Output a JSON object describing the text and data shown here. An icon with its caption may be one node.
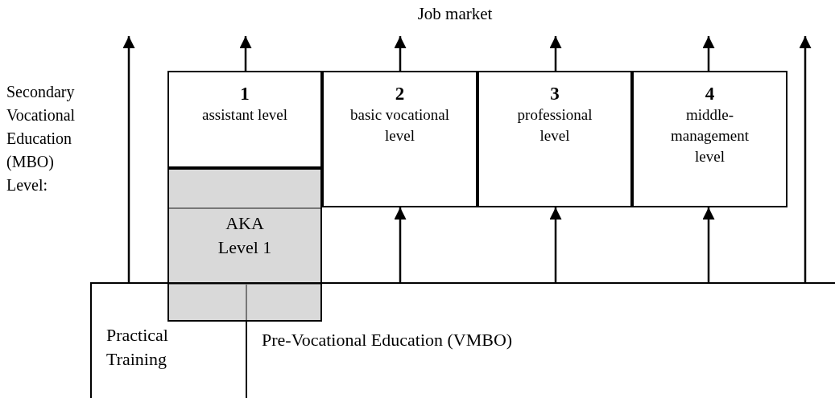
{
  "diagram": {
    "nodes": [
      {
        "text": [
          "1",
          "assistant level"
        ]
      },
      {
        "text": [
          "2",
          "basic vocational level"
        ]
      },
      {
        "text": [
          "3",
          "professional level"
        ]
      },
      {
        "text": [
          "4",
          "middle-management level"
        ]
      },
      {
        "text": [
          "AKA Level 1"
        ]
      },
      {
        "text": [
          "Practical Training"
        ]
      },
      {
        "text": [
          "Pre-Vocational Education (VMBO)"
        ]
      }
    ],
    "edges": [
      {
        "from": 0,
        "to": null,
        "arrow": "to"
      },
      {
        "from": 1,
        "to": null,
        "arrow": "to"
      },
      {
        "from": 2,
        "to": null,
        "arrow": "to"
      },
      {
        "from": 3,
        "to": null,
        "arrow": "to"
      },
      {
        "from": null,
        "to": 1,
        "arrow": "to"
      },
      {
        "from": null,
        "to": 2,
        "arrow": "to"
      },
      {
        "from": null,
        "to": 3,
        "arrow": "to"
      }
    ],
    "labels": [
      "Job market",
      "Secondary Vocational Education (MBO) Level:"
    ]
  }
}
